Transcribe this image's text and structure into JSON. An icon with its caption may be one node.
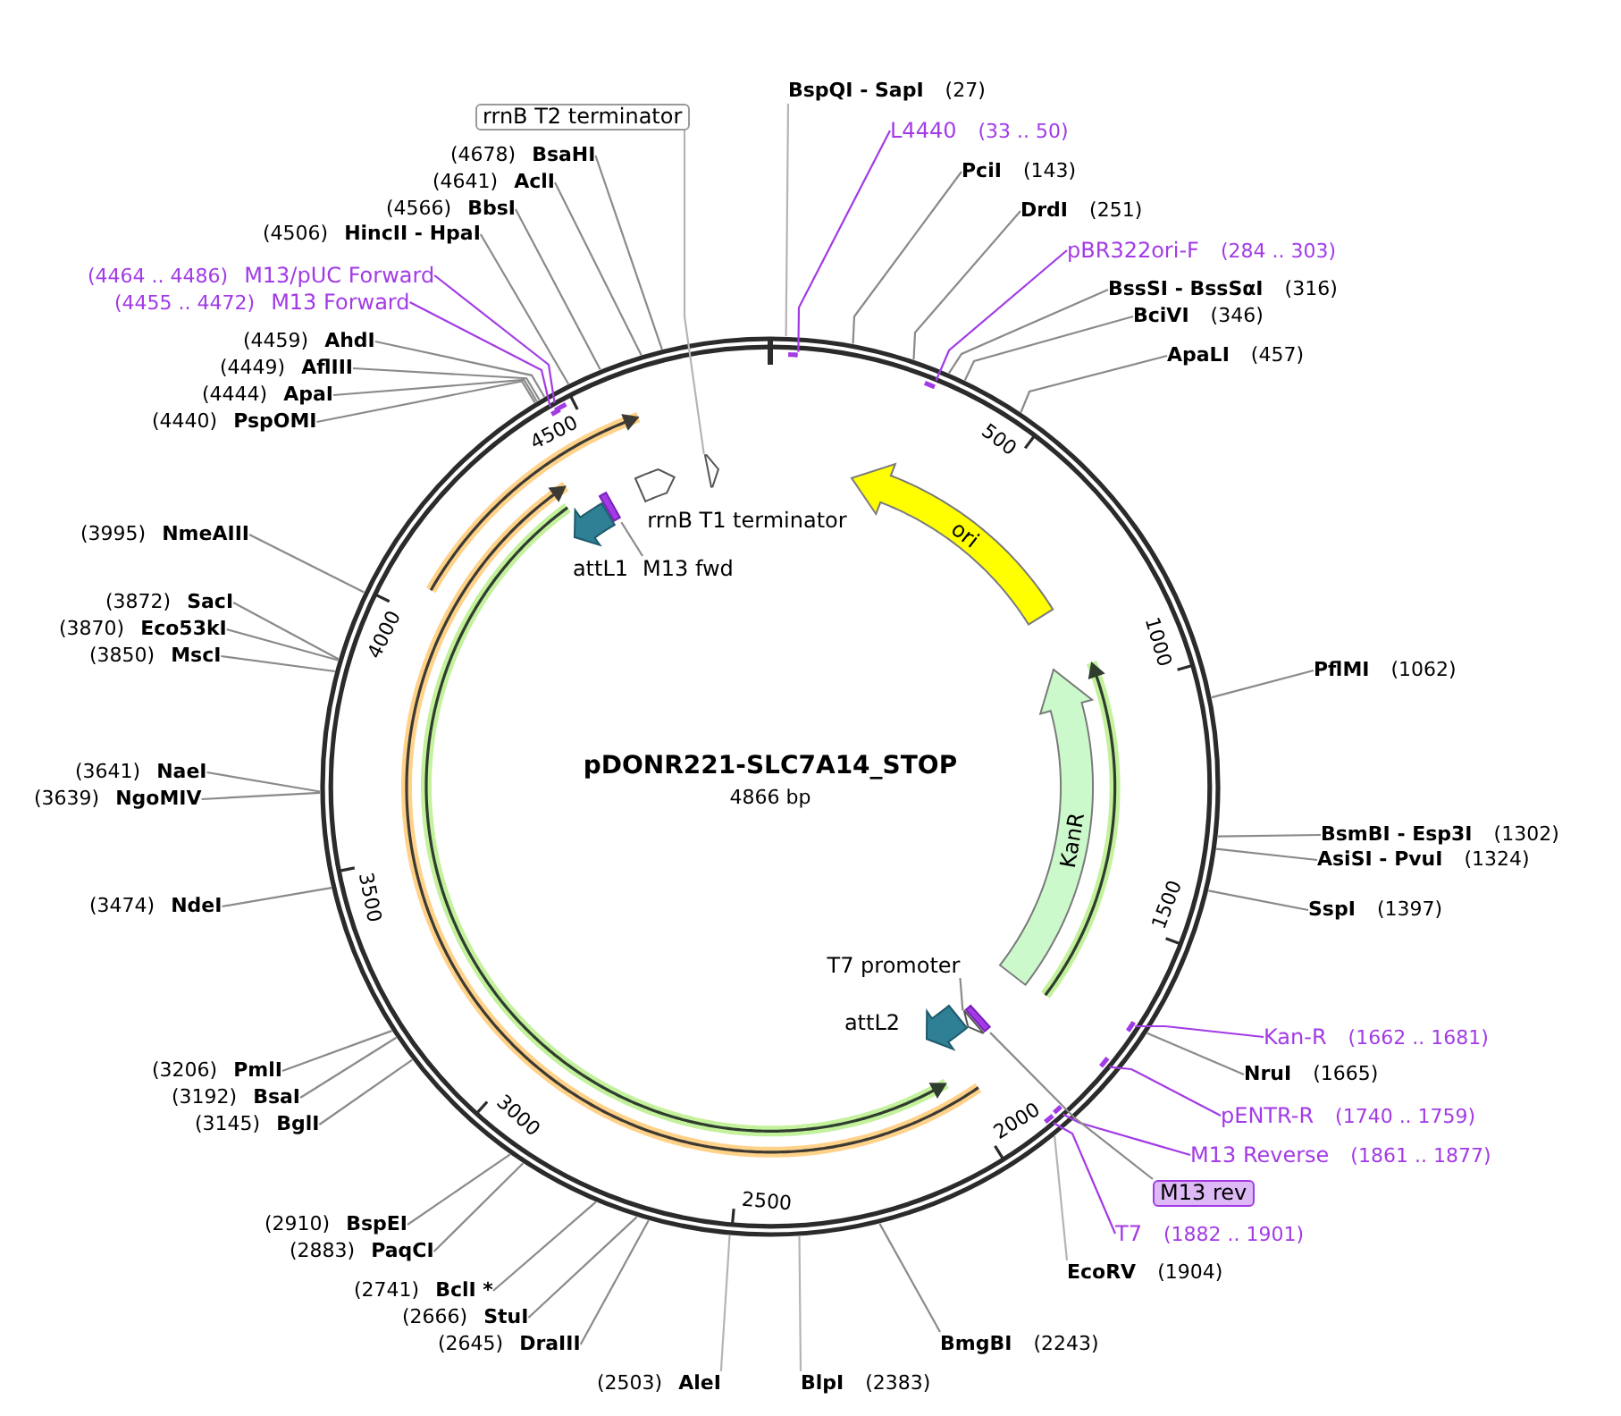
{
  "diagram": {
    "nodes": [
      {
        "text": [
          "pDONR221-SLC7A14_STOP",
          "4866 bp"
        ]
      },
      {
        "text": [],
        "shape": "bar",
        "in": 0
      },
      {
        "text": [],
        "shape": "bar",
        "in": 0
      },
      {
        "text": [],
        "shape": "bar",
        "in": 0
      },
      {
        "text": [],
        "shape": "bar",
        "in": 0
      },
      {
        "text": [],
        "shape": "arrow",
        "in": 0
      },
      {
        "text": [
          "rrnB T1 terminator"
        ],
        "in": 0
      },
      {
        "text": [
          "ori"
        ],
        "in": 0
      },
      {
        "text": [],
        "shape": "bar",
        "in": 0
      },
      {
        "text": [
          "attL1"
        ],
        "in": 0
      },
      {
        "text": [
          "M13 fwd"
        ],
        "in": 0
      },
      {
        "text": [
          "KanR"
        ],
        "in": 0
      },
      {
        "text": [
          "T7 promoter"
        ],
        "in": 0
      },
      {
        "text": [],
        "shape": "bar",
        "in": 0
      },
      {
        "text": [],
        "shape": "arrow",
        "in": 0
      },
      {
        "text": [
          "attL2"
        ],
        "in": 0
      },
      {
        "text": [],
        "shape": "bar",
        "in": 0
      },
      {
        "text": [],
        "shape": "bar",
        "in": 0
      },
      {
        "text": [],
        "shape": "bar",
        "in": 0
      },
      {
        "text": [],
        "shape": "bar",
        "in": 0
      },
      {
        "text": [
          "rrnB T2 terminator"
        ]
      },
      {
        "text": [
          "BspQI - SapI",
          "(27)"
        ]
      },
      {
        "text": [
          "L4440",
          "(33 .. 50)"
        ]
      },
      {
        "text": [
          "PciI",
          "(143)"
        ]
      },
      {
        "text": [
          "DrdI",
          "(251)"
        ]
      },
      {
        "text": [
          "pBR322ori-F",
          "(284 .. 303)"
        ]
      },
      {
        "text": [
          "BssSI - BssSαI",
          "(316)"
        ]
      },
      {
        "text": [
          "BciVI",
          "(346)"
        ]
      },
      {
        "text": [
          "ApaLI",
          "(457)"
        ]
      },
      {
        "text": [
          "PflMI",
          "(1062)"
        ]
      },
      {
        "text": [
          "BsmBI - Esp3I",
          "(1302)"
        ]
      },
      {
        "text": [
          "AsiSI - PvuI",
          "(1324)"
        ]
      },
      {
        "text": [
          "SspI",
          "(1397)"
        ]
      },
      {
        "text": [
          "Kan-R",
          "(1662 .. 1681)"
        ]
      },
      {
        "text": [
          "NruI",
          "(1665)"
        ]
      },
      {
        "text": [
          "pENTR-R",
          "(1740 .. 1759)"
        ]
      },
      {
        "text": [
          "M13 Reverse",
          "(1861 .. 1877)"
        ]
      },
      {
        "text": [
          "M13 rev"
        ]
      },
      {
        "text": [
          "T7",
          "(1882 .. 1901)"
        ]
      },
      {
        "text": [
          "EcoRV",
          "(1904)"
        ]
      },
      {
        "text": [
          "BmgBI",
          "(2243)"
        ]
      },
      {
        "text": [
          "BlpI",
          "(2383)"
        ]
      },
      {
        "text": [
          "(2503)",
          "AleI"
        ]
      },
      {
        "text": [
          "(2645)",
          "DraIII"
        ]
      },
      {
        "text": [
          "(2666)",
          "StuI"
        ]
      },
      {
        "text": [
          "(2741)",
          "BclI *"
        ]
      },
      {
        "text": [
          "(2883)",
          "PaqCI"
        ]
      },
      {
        "text": [
          "(2910)",
          "BspEI"
        ]
      },
      {
        "text": [
          "(3145)",
          "BglI"
        ]
      },
      {
        "text": [
          "(3192)",
          "BsaI"
        ]
      },
      {
        "text": [
          "(3206)",
          "PmlI"
        ]
      },
      {
        "text": [
          "(3474)",
          "NdeI"
        ]
      },
      {
        "text": [
          "(3639)",
          "NgoMIV"
        ]
      },
      {
        "text": [
          "(3641)",
          "NaeI"
        ]
      },
      {
        "text": [
          "(3850)",
          "MscI"
        ]
      },
      {
        "text": [
          "(3870)",
          "Eco53kI"
        ]
      },
      {
        "text": [
          "(3872)",
          "SacI"
        ]
      },
      {
        "text": [
          "(3995)",
          "NmeAIII"
        ]
      },
      {
        "text": [
          "(4440)",
          "PspOMI"
        ]
      },
      {
        "text": [
          "(4444)",
          "ApaI"
        ]
      },
      {
        "text": [
          "(4449)",
          "AflIII"
        ]
      },
      {
        "text": [
          "(4459)",
          "AhdI"
        ]
      },
      {
        "text": [
          "(4455 .. 4472)",
          "M13 Forward"
        ]
      },
      {
        "text": [
          "(4464 .. 4486)",
          "M13/pUC Forward"
        ]
      },
      {
        "text": [
          "(4506)",
          "HincII - HpaI"
        ]
      },
      {
        "text": [
          "(4566)",
          "BbsI"
        ]
      },
      {
        "text": [
          "(4641)",
          "AclI"
        ]
      },
      {
        "text": [
          "(4678)",
          "BsaHI"
        ]
      }
    ],
    "edges": [
      {
        "from": 10,
        "to": 8,
        "arrow": "none"
      },
      {
        "from": 12,
        "to": 14,
        "arrow": "none"
      },
      {
        "from": 20,
        "to": 5,
        "arrow": "none",
        "color": "#b4b4b4"
      },
      {
        "from": 21,
        "to": 0,
        "arrow": "none",
        "color": "#b4b4b4"
      },
      {
        "from": 22,
        "to": 1,
        "arrow": "none",
        "color": "#a23be6"
      },
      {
        "from": 23,
        "to": 0,
        "arrow": "none"
      },
      {
        "from": 24,
        "to": 0,
        "arrow": "none"
      },
      {
        "from": 25,
        "to": 2,
        "arrow": "none",
        "color": "#a23be6"
      },
      {
        "from": 26,
        "to": 0,
        "arrow": "none"
      },
      {
        "from": 27,
        "to": 0,
        "arrow": "none"
      },
      {
        "from": 28,
        "to": 0,
        "arrow": "none"
      },
      {
        "from": 29,
        "to": 0,
        "arrow": "none"
      },
      {
        "from": 30,
        "to": 0,
        "arrow": "none"
      },
      {
        "from": 31,
        "to": 0,
        "arrow": "none"
      },
      {
        "from": 32,
        "to": 0,
        "arrow": "none"
      },
      {
        "from": 33,
        "to": 16,
        "arrow": "none",
        "color": "#a23be6"
      },
      {
        "from": 34,
        "to": 0,
        "arrow": "none"
      },
      {
        "from": 35,
        "to": 17,
        "arrow": "none",
        "color": "#a23be6"
      },
      {
        "from": 36,
        "to": 18,
        "arrow": "none",
        "color": "#a23be6"
      },
      {
        "from": 37,
        "to": 13,
        "arrow": "none"
      },
      {
        "from": 38,
        "to": 19,
        "arrow": "none",
        "color": "#a23be6"
      },
      {
        "from": 39,
        "to": 0,
        "arrow": "none",
        "color": "#b4b4b4"
      },
      {
        "from": 40,
        "to": 0,
        "arrow": "none"
      },
      {
        "from": 41,
        "to": 0,
        "arrow": "none",
        "color": "#b4b4b4"
      },
      {
        "from": 42,
        "to": 0,
        "arrow": "none",
        "color": "#b4b4b4"
      },
      {
        "from": 43,
        "to": 0,
        "arrow": "none"
      },
      {
        "from": 44,
        "to": 0,
        "arrow": "none"
      },
      {
        "from": 45,
        "to": 0,
        "arrow": "none"
      },
      {
        "from": 46,
        "to": 0,
        "arrow": "none"
      },
      {
        "from": 47,
        "to": 0,
        "arrow": "none"
      },
      {
        "from": 48,
        "to": 0,
        "arrow": "none"
      },
      {
        "from": 49,
        "to": 0,
        "arrow": "none"
      },
      {
        "from": 50,
        "to": 0,
        "arrow": "none"
      },
      {
        "from": 51,
        "to": 0,
        "arrow": "none"
      },
      {
        "from": 52,
        "to": 0,
        "arrow": "none"
      },
      {
        "from": 53,
        "to": 0,
        "arrow": "none"
      },
      {
        "from": 54,
        "to": 0,
        "arrow": "none"
      },
      {
        "from": 55,
        "to": 0,
        "arrow": "none"
      },
      {
        "from": 56,
        "to": 0,
        "arrow": "none"
      },
      {
        "from": 57,
        "to": 0,
        "arrow": "none"
      },
      {
        "from": 58,
        "to": 0,
        "arrow": "none"
      },
      {
        "from": 59,
        "to": 0,
        "arrow": "none"
      },
      {
        "from": 60,
        "to": 0,
        "arrow": "none"
      },
      {
        "from": 61,
        "to": 0,
        "arrow": "none"
      },
      {
        "from": 62,
        "to": 3,
        "arrow": "none",
        "color": "#a23be6"
      },
      {
        "from": 63,
        "to": 4,
        "arrow": "none",
        "color": "#a23be6"
      },
      {
        "from": 64,
        "to": 0,
        "arrow": "none"
      },
      {
        "from": 65,
        "to": 0,
        "arrow": "none"
      },
      {
        "from": 66,
        "to": 0,
        "arrow": "none"
      },
      {
        "from": 67,
        "to": 0,
        "arrow": "none"
      }
    ],
    "labels": [
      "500",
      "1000",
      "1500",
      "2000",
      "2500",
      "3000",
      "3500",
      "4000",
      "4500"
    ]
  }
}
